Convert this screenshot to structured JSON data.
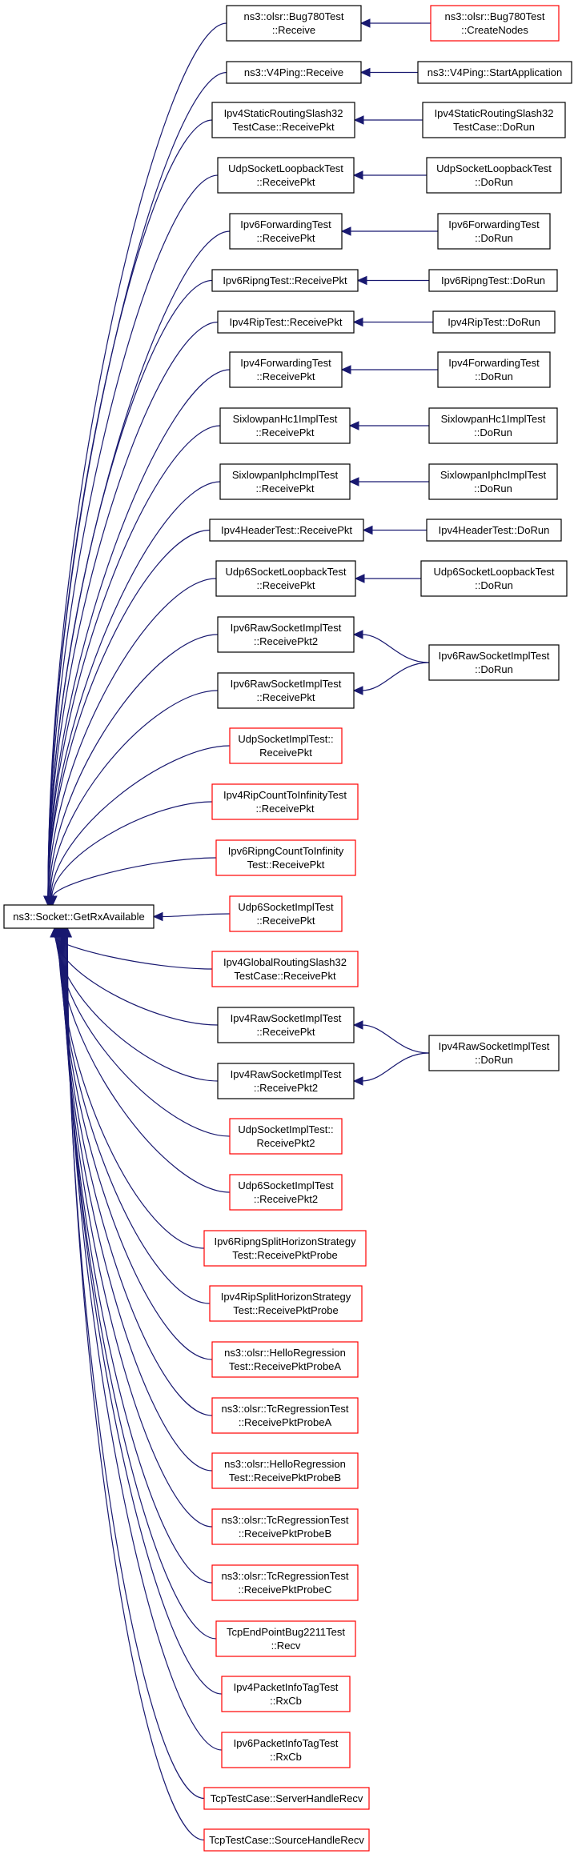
{
  "colors": {
    "edge": "#191970",
    "border_normal": "#000000",
    "border_truncated": "#ff0000",
    "root_fill": "#bfbfbf",
    "node_fill": "#ffffff"
  },
  "root": {
    "id": "root",
    "lines": [
      "ns3::Socket::GetRxAvailable"
    ]
  },
  "callers": [
    {
      "id": "c1",
      "lines": [
        "ns3::olsr::Bug780Test",
        "::Receive"
      ],
      "truncated": false
    },
    {
      "id": "c2",
      "lines": [
        "ns3::V4Ping::Receive"
      ],
      "truncated": false
    },
    {
      "id": "c3",
      "lines": [
        "Ipv4StaticRoutingSlash32",
        "TestCase::ReceivePkt"
      ],
      "truncated": false
    },
    {
      "id": "c4",
      "lines": [
        "UdpSocketLoopbackTest",
        "::ReceivePkt"
      ],
      "truncated": false
    },
    {
      "id": "c5",
      "lines": [
        "Ipv6ForwardingTest",
        "::ReceivePkt"
      ],
      "truncated": false
    },
    {
      "id": "c6",
      "lines": [
        "Ipv6RipngTest::ReceivePkt"
      ],
      "truncated": false
    },
    {
      "id": "c7",
      "lines": [
        "Ipv4RipTest::ReceivePkt"
      ],
      "truncated": false
    },
    {
      "id": "c8",
      "lines": [
        "Ipv4ForwardingTest",
        "::ReceivePkt"
      ],
      "truncated": false
    },
    {
      "id": "c9",
      "lines": [
        "SixlowpanHc1ImplTest",
        "::ReceivePkt"
      ],
      "truncated": false
    },
    {
      "id": "c10",
      "lines": [
        "SixlowpanIphcImplTest",
        "::ReceivePkt"
      ],
      "truncated": false
    },
    {
      "id": "c11",
      "lines": [
        "Ipv4HeaderTest::ReceivePkt"
      ],
      "truncated": false
    },
    {
      "id": "c12",
      "lines": [
        "Udp6SocketLoopbackTest",
        "::ReceivePkt"
      ],
      "truncated": false
    },
    {
      "id": "c13",
      "lines": [
        "Ipv6RawSocketImplTest",
        "::ReceivePkt2"
      ],
      "truncated": false
    },
    {
      "id": "c14",
      "lines": [
        "Ipv6RawSocketImplTest",
        "::ReceivePkt"
      ],
      "truncated": false
    },
    {
      "id": "c15",
      "lines": [
        "UdpSocketImplTest::",
        "ReceivePkt"
      ],
      "truncated": true
    },
    {
      "id": "c16",
      "lines": [
        "Ipv4RipCountToInfinityTest",
        "::ReceivePkt"
      ],
      "truncated": true
    },
    {
      "id": "c17",
      "lines": [
        "Ipv6RipngCountToInfinity",
        "Test::ReceivePkt"
      ],
      "truncated": true
    },
    {
      "id": "c18",
      "lines": [
        "Udp6SocketImplTest",
        "::ReceivePkt"
      ],
      "truncated": true
    },
    {
      "id": "c19",
      "lines": [
        "Ipv4GlobalRoutingSlash32",
        "TestCase::ReceivePkt"
      ],
      "truncated": true
    },
    {
      "id": "c20",
      "lines": [
        "Ipv4RawSocketImplTest",
        "::ReceivePkt"
      ],
      "truncated": false
    },
    {
      "id": "c21",
      "lines": [
        "Ipv4RawSocketImplTest",
        "::ReceivePkt2"
      ],
      "truncated": false
    },
    {
      "id": "c22",
      "lines": [
        "UdpSocketImplTest::",
        "ReceivePkt2"
      ],
      "truncated": true
    },
    {
      "id": "c23",
      "lines": [
        "Udp6SocketImplTest",
        "::ReceivePkt2"
      ],
      "truncated": true
    },
    {
      "id": "c24",
      "lines": [
        "Ipv6RipngSplitHorizonStrategy",
        "Test::ReceivePktProbe"
      ],
      "truncated": true
    },
    {
      "id": "c25",
      "lines": [
        "Ipv4RipSplitHorizonStrategy",
        "Test::ReceivePktProbe"
      ],
      "truncated": true
    },
    {
      "id": "c26",
      "lines": [
        "ns3::olsr::HelloRegression",
        "Test::ReceivePktProbeA"
      ],
      "truncated": true
    },
    {
      "id": "c27",
      "lines": [
        "ns3::olsr::TcRegressionTest",
        "::ReceivePktProbeA"
      ],
      "truncated": true
    },
    {
      "id": "c28",
      "lines": [
        "ns3::olsr::HelloRegression",
        "Test::ReceivePktProbeB"
      ],
      "truncated": true
    },
    {
      "id": "c29",
      "lines": [
        "ns3::olsr::TcRegressionTest",
        "::ReceivePktProbeB"
      ],
      "truncated": true
    },
    {
      "id": "c30",
      "lines": [
        "ns3::olsr::TcRegressionTest",
        "::ReceivePktProbeC"
      ],
      "truncated": true
    },
    {
      "id": "c31",
      "lines": [
        "TcpEndPointBug2211Test",
        "::Recv"
      ],
      "truncated": true
    },
    {
      "id": "c32",
      "lines": [
        "Ipv4PacketInfoTagTest",
        "::RxCb"
      ],
      "truncated": true
    },
    {
      "id": "c33",
      "lines": [
        "Ipv6PacketInfoTagTest",
        "::RxCb"
      ],
      "truncated": true
    },
    {
      "id": "c34",
      "lines": [
        "TcpTestCase::ServerHandleRecv"
      ],
      "truncated": true
    },
    {
      "id": "c35",
      "lines": [
        "TcpTestCase::SourceHandleRecv"
      ],
      "truncated": true
    }
  ],
  "second_level": [
    {
      "id": "s1",
      "lines": [
        "ns3::olsr::Bug780Test",
        "::CreateNodes"
      ],
      "truncated": true
    },
    {
      "id": "s2",
      "lines": [
        "ns3::V4Ping::StartApplication"
      ],
      "truncated": false
    },
    {
      "id": "s3",
      "lines": [
        "Ipv4StaticRoutingSlash32",
        "TestCase::DoRun"
      ],
      "truncated": false
    },
    {
      "id": "s4",
      "lines": [
        "UdpSocketLoopbackTest",
        "::DoRun"
      ],
      "truncated": false
    },
    {
      "id": "s5",
      "lines": [
        "Ipv6ForwardingTest",
        "::DoRun"
      ],
      "truncated": false
    },
    {
      "id": "s6",
      "lines": [
        "Ipv6RipngTest::DoRun"
      ],
      "truncated": false
    },
    {
      "id": "s7",
      "lines": [
        "Ipv4RipTest::DoRun"
      ],
      "truncated": false
    },
    {
      "id": "s8",
      "lines": [
        "Ipv4ForwardingTest",
        "::DoRun"
      ],
      "truncated": false
    },
    {
      "id": "s9",
      "lines": [
        "SixlowpanHc1ImplTest",
        "::DoRun"
      ],
      "truncated": false
    },
    {
      "id": "s10",
      "lines": [
        "SixlowpanIphcImplTest",
        "::DoRun"
      ],
      "truncated": false
    },
    {
      "id": "s11",
      "lines": [
        "Ipv4HeaderTest::DoRun"
      ],
      "truncated": false
    },
    {
      "id": "s12",
      "lines": [
        "Udp6SocketLoopbackTest",
        "::DoRun"
      ],
      "truncated": false
    },
    {
      "id": "s13",
      "lines": [
        "Ipv6RawSocketImplTest",
        "::DoRun"
      ],
      "truncated": false
    },
    {
      "id": "s14",
      "lines": [
        "Ipv4RawSocketImplTest",
        "::DoRun"
      ],
      "truncated": false
    }
  ],
  "edges": [
    [
      "c1",
      "root"
    ],
    [
      "c2",
      "root"
    ],
    [
      "c3",
      "root"
    ],
    [
      "c4",
      "root"
    ],
    [
      "c5",
      "root"
    ],
    [
      "c6",
      "root"
    ],
    [
      "c7",
      "root"
    ],
    [
      "c8",
      "root"
    ],
    [
      "c9",
      "root"
    ],
    [
      "c10",
      "root"
    ],
    [
      "c11",
      "root"
    ],
    [
      "c12",
      "root"
    ],
    [
      "c13",
      "root"
    ],
    [
      "c14",
      "root"
    ],
    [
      "c15",
      "root"
    ],
    [
      "c16",
      "root"
    ],
    [
      "c17",
      "root"
    ],
    [
      "c18",
      "root"
    ],
    [
      "c19",
      "root"
    ],
    [
      "c20",
      "root"
    ],
    [
      "c21",
      "root"
    ],
    [
      "c22",
      "root"
    ],
    [
      "c23",
      "root"
    ],
    [
      "c24",
      "root"
    ],
    [
      "c25",
      "root"
    ],
    [
      "c26",
      "root"
    ],
    [
      "c27",
      "root"
    ],
    [
      "c28",
      "root"
    ],
    [
      "c29",
      "root"
    ],
    [
      "c30",
      "root"
    ],
    [
      "c31",
      "root"
    ],
    [
      "c32",
      "root"
    ],
    [
      "c33",
      "root"
    ],
    [
      "c34",
      "root"
    ],
    [
      "c35",
      "root"
    ],
    [
      "s1",
      "c1"
    ],
    [
      "s2",
      "c2"
    ],
    [
      "s3",
      "c3"
    ],
    [
      "s4",
      "c4"
    ],
    [
      "s5",
      "c5"
    ],
    [
      "s6",
      "c6"
    ],
    [
      "s7",
      "c7"
    ],
    [
      "s8",
      "c8"
    ],
    [
      "s9",
      "c9"
    ],
    [
      "s10",
      "c10"
    ],
    [
      "s11",
      "c11"
    ],
    [
      "s12",
      "c12"
    ],
    [
      "s13",
      "c13"
    ],
    [
      "s13",
      "c14"
    ],
    [
      "s14",
      "c20"
    ],
    [
      "s14",
      "c21"
    ]
  ]
}
